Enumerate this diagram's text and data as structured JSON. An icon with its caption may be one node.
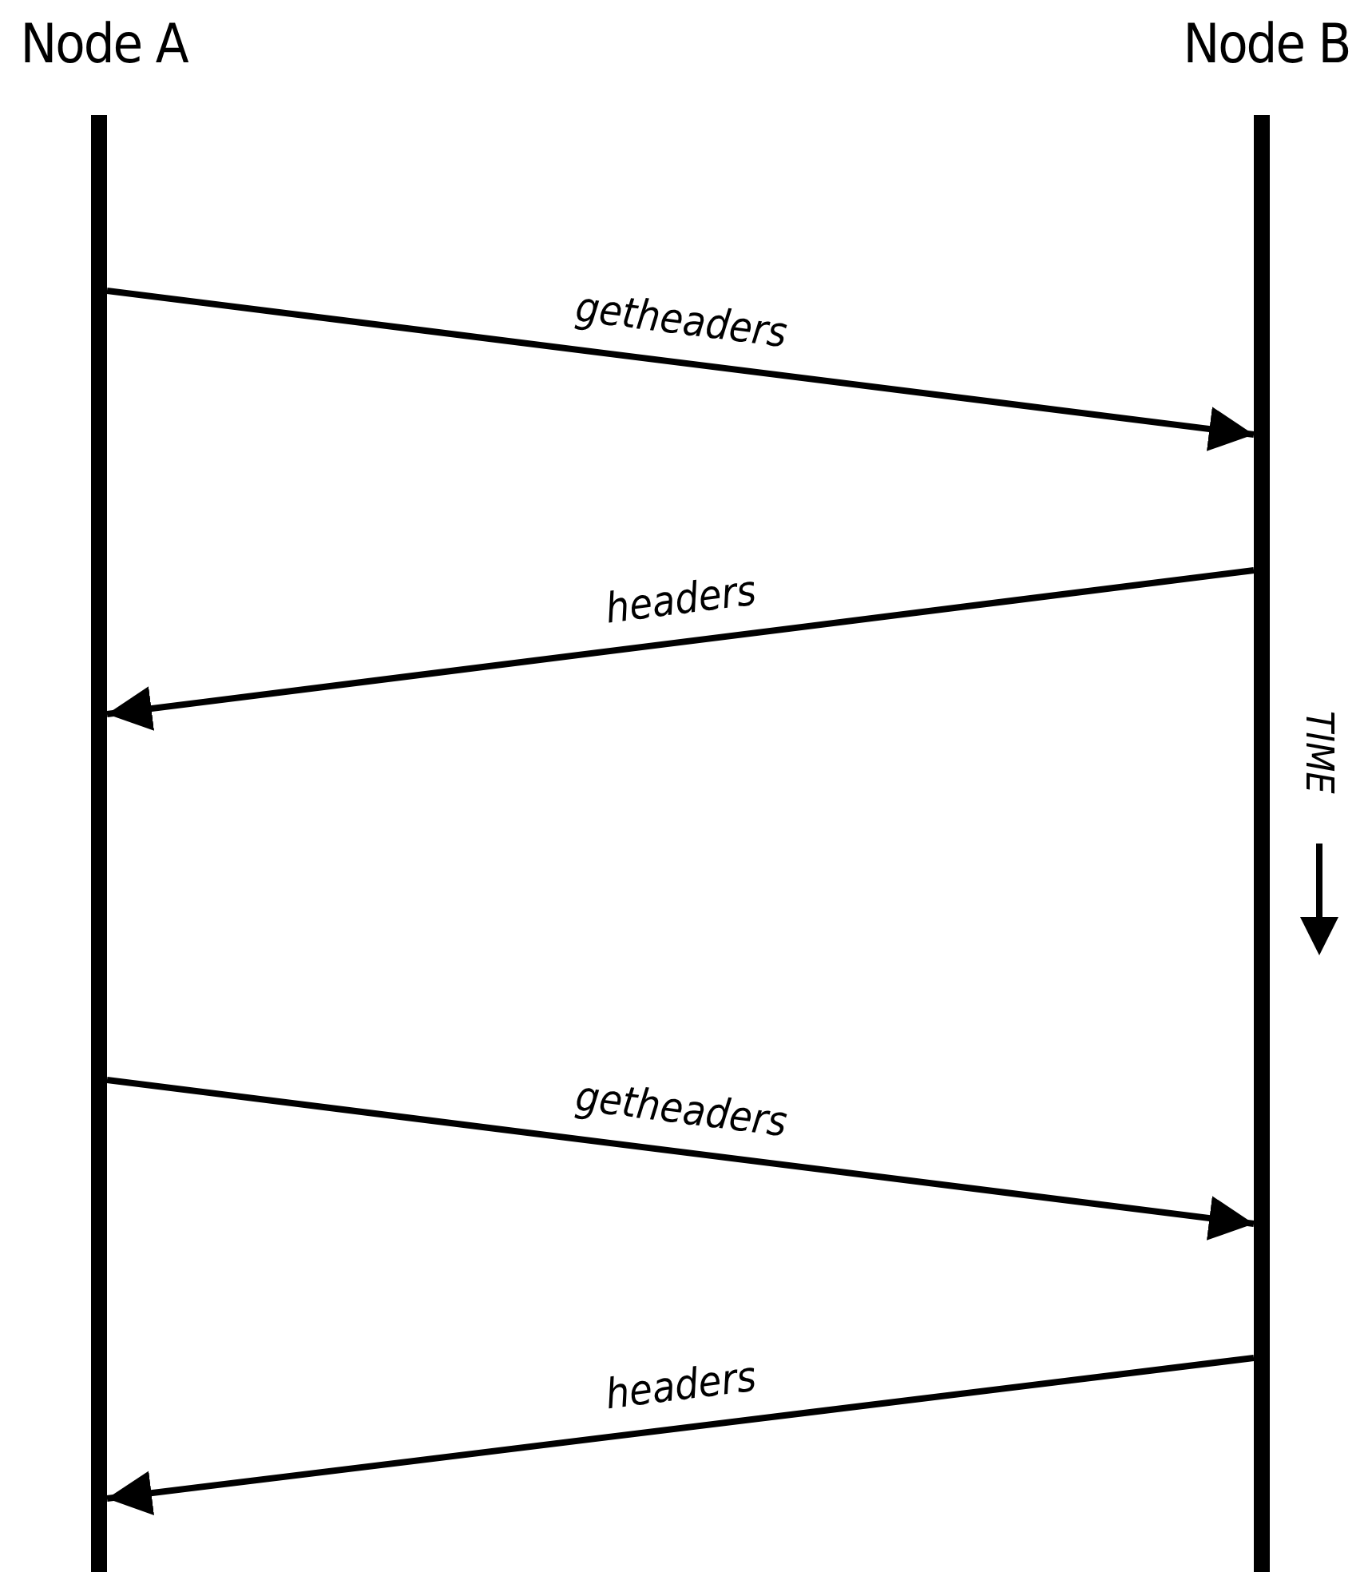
{
  "diagram": {
    "nodes": [
      {
        "text": [
          "Node A"
        ]
      },
      {
        "text": [
          "Node B"
        ]
      }
    ],
    "edges": [
      {
        "from": 0,
        "to": 1,
        "arrow": "to",
        "label": "getheaders"
      },
      {
        "from": 1,
        "to": 0,
        "arrow": "to",
        "label": "headers"
      },
      {
        "from": 0,
        "to": 1,
        "arrow": "to",
        "label": "getheaders"
      },
      {
        "from": 1,
        "to": 0,
        "arrow": "to",
        "label": "headers"
      }
    ],
    "labels": [
      "TIME"
    ]
  }
}
